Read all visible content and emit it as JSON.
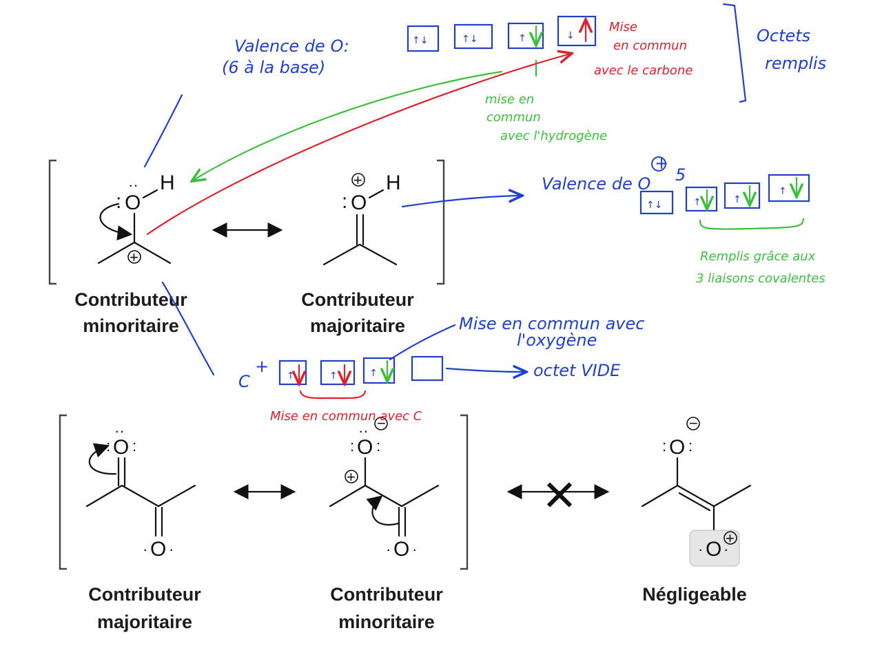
{
  "top_row": {
    "left_caption_line1": "Contributeur",
    "left_caption_line2": "minoritaire",
    "right_caption_line1": "Contributeur",
    "right_caption_line2": "majoritaire",
    "atom_O": "O",
    "atom_H": "H",
    "lone_pairs": ":",
    "charge_plus": "+"
  },
  "bottom_row": {
    "left_caption_line1": "Contributeur",
    "left_caption_line2": "majoritaire",
    "mid_caption_line1": "Contributeur",
    "mid_caption_line2": "minoritaire",
    "right_caption": "Négligeable",
    "atom_O": "O",
    "charge_plus": "+",
    "charge_minus": "−",
    "cross": "✕"
  },
  "annotations": {
    "valence_O_line1": "Valence de O:",
    "valence_O_line2": "(6 à la base)",
    "shared_carbon_line1": "Mise",
    "shared_carbon_line2": "en commun",
    "shared_carbon_line3": "avec le carbone",
    "octets_line1": "Octets",
    "octets_line2": "remplis",
    "shared_hydrogen_line1": "mise en",
    "shared_hydrogen_line2": "commun",
    "shared_hydrogen_line3": "avec l'hydrogène",
    "valence_Oplus": "Valence de O",
    "valence_Oplus_value": "5",
    "filled_line1": "Remplis grâce aux",
    "filled_line2": "3 liaisons covalentes",
    "shared_oxygen_line1": "Mise en commun avec",
    "shared_oxygen_line2": "l'oxygène",
    "carbon_label": "C",
    "empty_octet": "octet VIDE",
    "shared_C": "Mise en commun avec C"
  },
  "orbital_arrows": {
    "paired": "↑↓",
    "single_up": "↑",
    "single_down": "↓"
  }
}
